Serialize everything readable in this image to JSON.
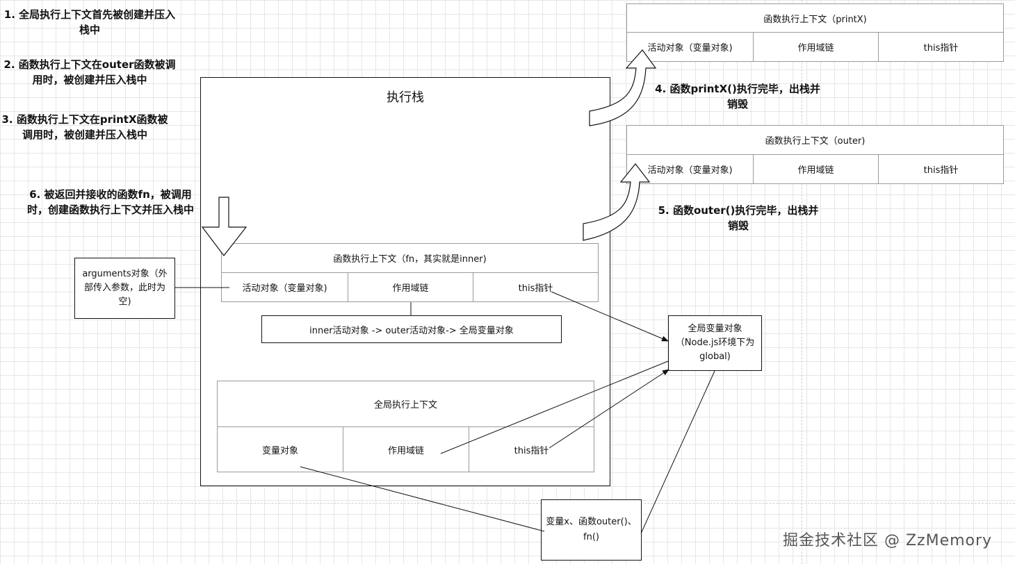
{
  "notes": {
    "n1": "1. 全局执行上下文首先被创建并压入栈中",
    "n2": "2. 函数执行上下文在outer函数被调用时，被创建并压入栈中",
    "n3": "3. 函数执行上下文在printX函数被调用时，被创建并压入栈中",
    "n4": "4. 函数printX()执行完毕，出栈并销毁",
    "n5": "5. 函数outer()执行完毕，出栈并销毁",
    "n6": "6. 被返回并接收的函数fn，被调用时，创建函数执行上下文并压入栈中"
  },
  "stack": {
    "title": "执行栈"
  },
  "ctx_printx": {
    "title": "函数执行上下文（printX)",
    "c1": "活动对象（变量对象)",
    "c2": "作用域链",
    "c3": "this指针"
  },
  "ctx_outer": {
    "title": "函数执行上下文（outer)",
    "c1": "活动对象（变量对象)",
    "c2": "作用域链",
    "c3": "this指针"
  },
  "ctx_fn": {
    "title": "函数执行上下文（fn，其实就是inner)",
    "c1": "活动对象（变量对象)",
    "c2": "作用域链",
    "c3": "this指针"
  },
  "ctx_global": {
    "title": "全局执行上下文",
    "c1": "变量对象",
    "c2": "作用域链",
    "c3": "this指针"
  },
  "arguments_box": "arguments对象（外部传入参数，此时为空)",
  "scope_chain_box": "inner活动对象 -> outer活动对象-> 全局变量对象",
  "global_obj_box": "全局变量对象（Node.js环境下为global)",
  "vars_box": "变量x、函数outer()、fn()",
  "watermark": "掘金技术社区 @ ZzMemory"
}
